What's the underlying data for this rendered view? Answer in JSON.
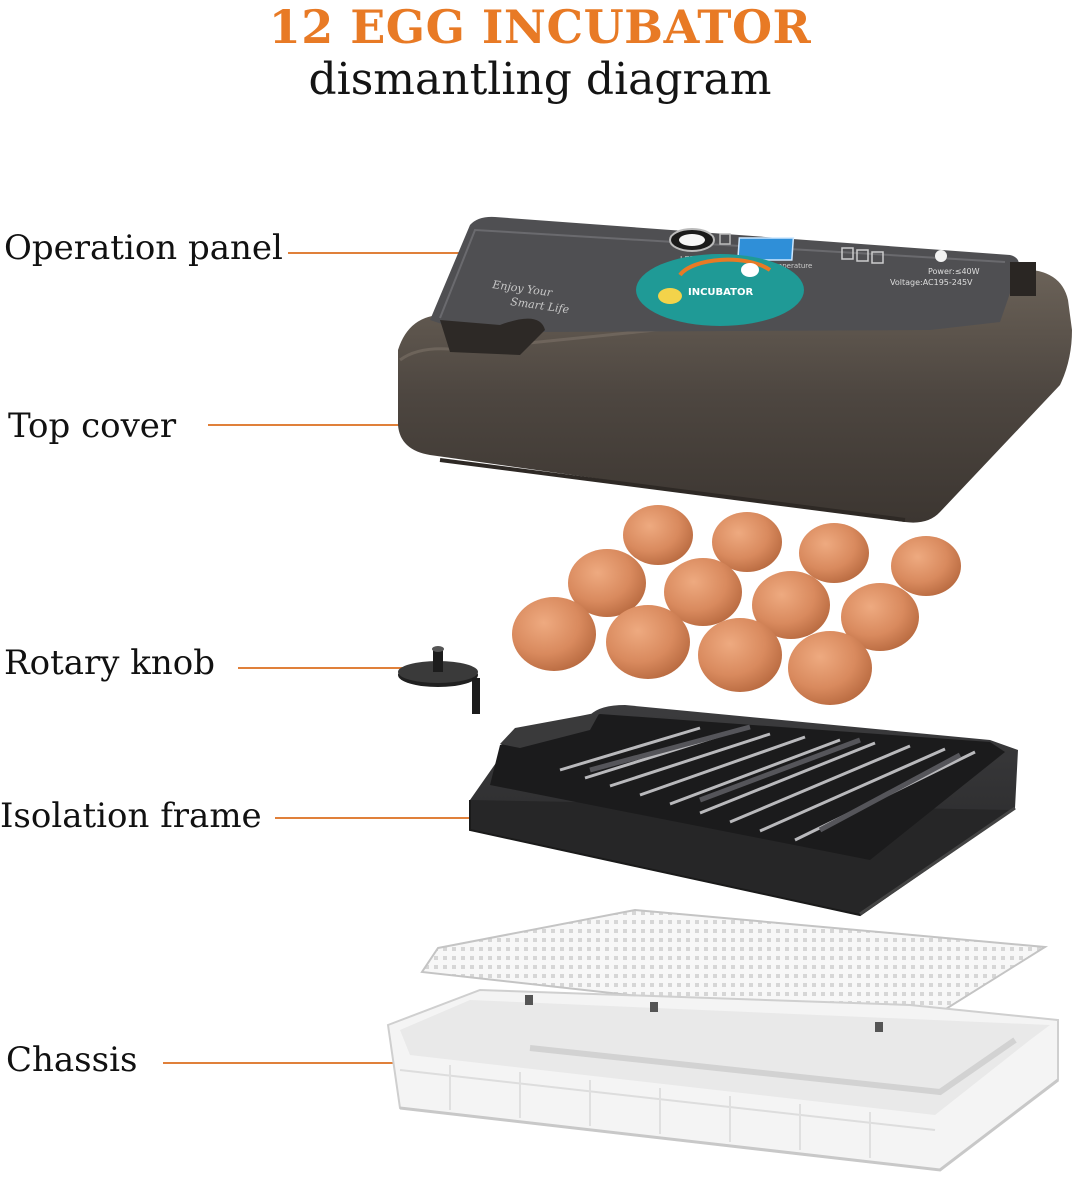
{
  "header": {
    "title": "12 EGG INCUBATOR",
    "subtitle": "dismantling diagram"
  },
  "labels": {
    "operation_panel": "Operation panel",
    "top_cover": "Top cover",
    "rotary_knob": "Rotary knob",
    "isolation_frame": "Isolation frame",
    "chassis": "Chassis"
  },
  "panel_text": {
    "led": "LED",
    "temperature": "Temperature",
    "badge": "INCUBATOR",
    "power": "Power:≤40W",
    "voltage": "Voltage:AC195-245V",
    "slogan_1": "Enjoy Your",
    "slogan_2": "Smart Life"
  },
  "colors": {
    "title_accent": "#e87a25",
    "leader_line": "#e0803a",
    "cover": "#4a4540",
    "egg": "#d98a5e",
    "frame": "#2f2f30",
    "chassis": "#f2f2f2"
  },
  "egg_count": 12
}
